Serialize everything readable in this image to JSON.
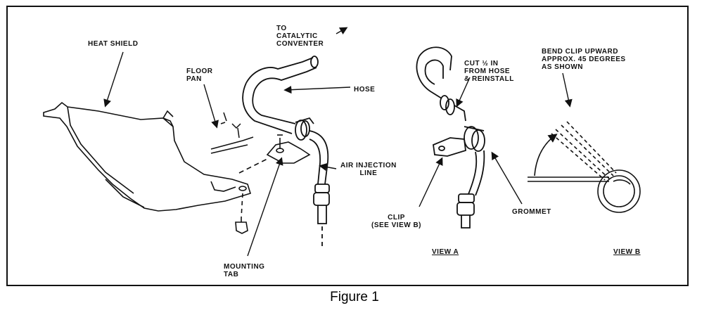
{
  "figure": {
    "caption": "Figure 1",
    "labels": {
      "heat_shield": "HEAT SHIELD",
      "floor_pan": "FLOOR\nPAN",
      "to_catalytic": "TO\nCATALYTIC\nCONVENTER",
      "hose": "HOSE",
      "air_injection_line": "AIR INJECTION\nLINE",
      "mounting_tab": "MOUNTING\nTAB",
      "cut_half_in": "CUT ½ IN\nFROM HOSE\n& REINSTALL",
      "clip": "CLIP\n(SEE VIEW B)",
      "grommet": "GROMMET",
      "view_a": "VIEW A",
      "bend_clip": "BEND CLIP UPWARD\nAPPROX. 45 DEGREES\nAS SHOWN",
      "view_b": "VIEW B"
    }
  }
}
